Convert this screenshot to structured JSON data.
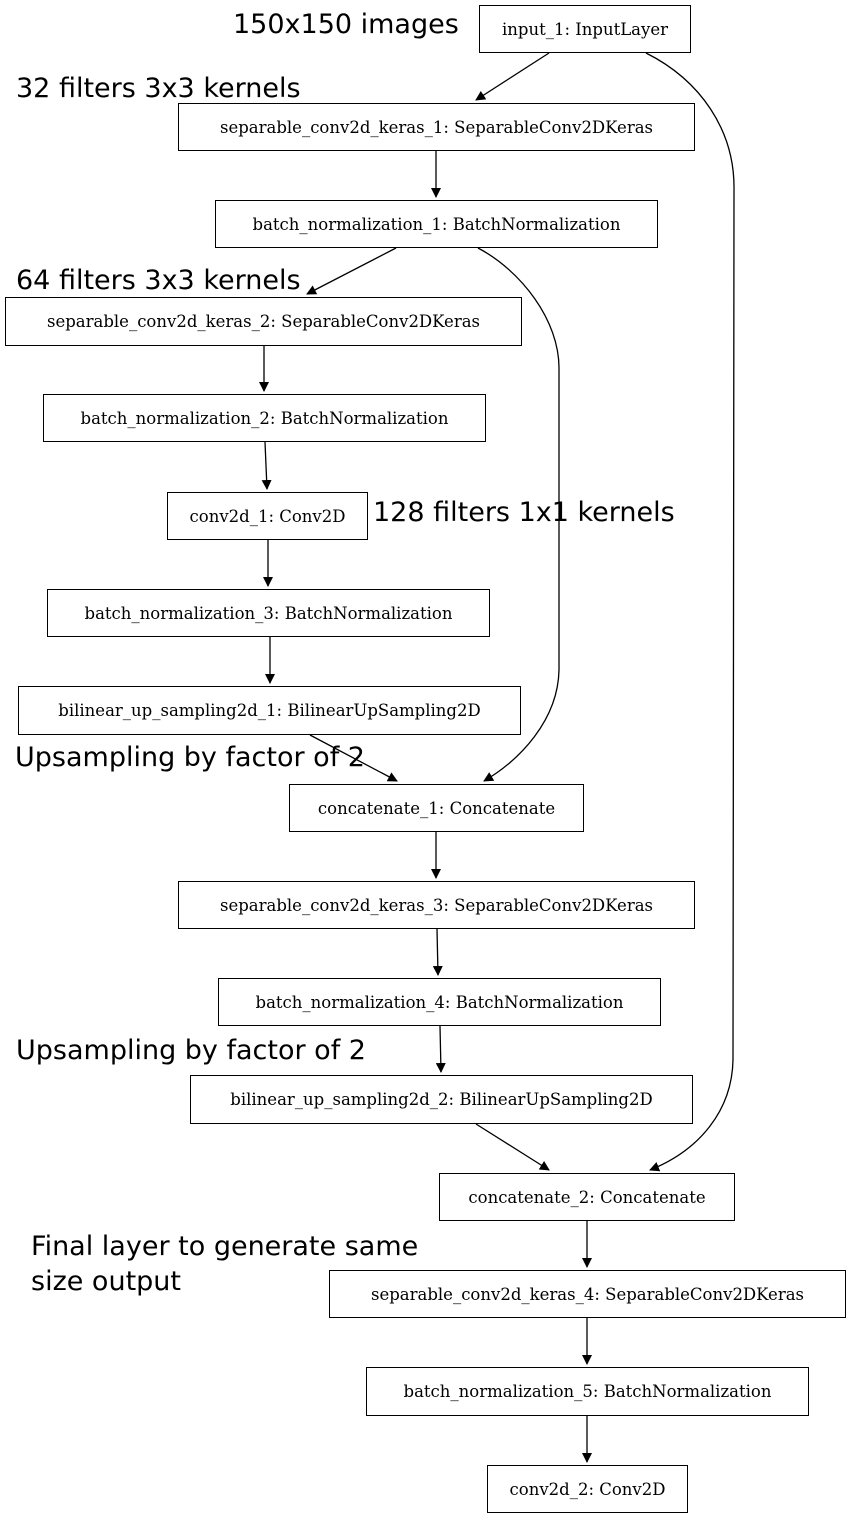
{
  "nodes": {
    "input_1": "input_1: InputLayer",
    "sep1": "separable_conv2d_keras_1: SeparableConv2DKeras",
    "bn1": "batch_normalization_1: BatchNormalization",
    "sep2": "separable_conv2d_keras_2: SeparableConv2DKeras",
    "bn2": "batch_normalization_2: BatchNormalization",
    "conv1": "conv2d_1: Conv2D",
    "bn3": "batch_normalization_3: BatchNormalization",
    "up1": "bilinear_up_sampling2d_1: BilinearUpSampling2D",
    "cat1": "concatenate_1: Concatenate",
    "sep3": "separable_conv2d_keras_3: SeparableConv2DKeras",
    "bn4": "batch_normalization_4: BatchNormalization",
    "up2": "bilinear_up_sampling2d_2: BilinearUpSampling2D",
    "cat2": "concatenate_2: Concatenate",
    "sep4": "separable_conv2d_keras_4: SeparableConv2DKeras",
    "bn5": "batch_normalization_5: BatchNormalization",
    "conv2": "conv2d_2: Conv2D"
  },
  "annotations": {
    "input_size": "150x150 images",
    "filters_32": "32 filters 3x3 kernels",
    "filters_64": "64 filters 3x3 kernels",
    "filters_128": "128 filters 1x1 kernels",
    "upsample_1": "Upsampling by factor of 2",
    "upsample_2": "Upsampling by factor of 2",
    "final_line1": "Final layer to generate same",
    "final_line2": "size output"
  },
  "edges": [
    [
      "input_1",
      "sep1"
    ],
    [
      "input_1",
      "cat2"
    ],
    [
      "sep1",
      "bn1"
    ],
    [
      "bn1",
      "sep2"
    ],
    [
      "bn1",
      "cat1"
    ],
    [
      "sep2",
      "bn2"
    ],
    [
      "bn2",
      "conv1"
    ],
    [
      "conv1",
      "bn3"
    ],
    [
      "bn3",
      "up1"
    ],
    [
      "up1",
      "cat1"
    ],
    [
      "cat1",
      "sep3"
    ],
    [
      "sep3",
      "bn4"
    ],
    [
      "bn4",
      "up2"
    ],
    [
      "up2",
      "cat2"
    ],
    [
      "cat2",
      "sep4"
    ],
    [
      "sep4",
      "bn5"
    ],
    [
      "bn5",
      "conv2"
    ]
  ],
  "colors": {
    "line": "#000000",
    "box_border": "#000000",
    "background": "#ffffff"
  }
}
